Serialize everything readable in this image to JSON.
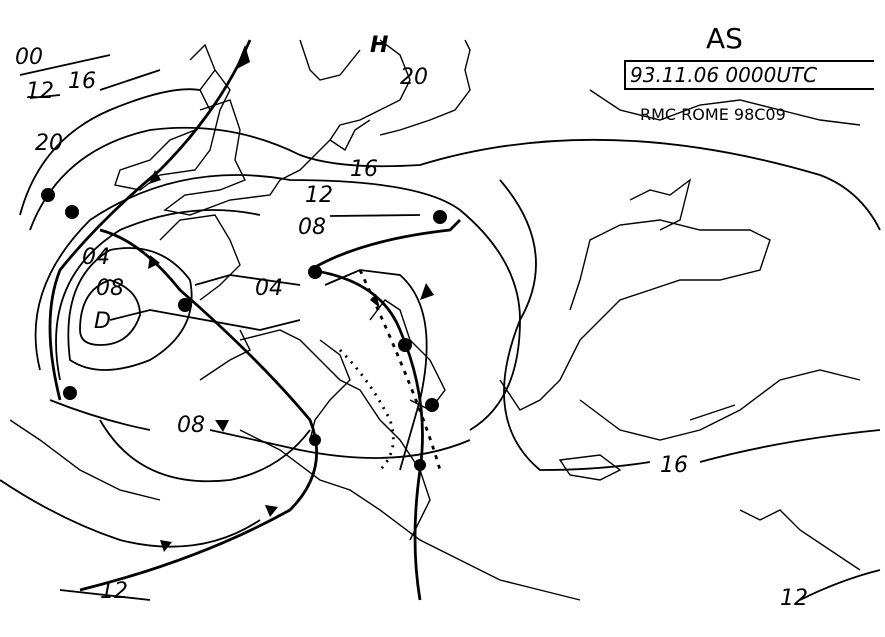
{
  "header": {
    "title": "AS",
    "datetime": "93.11.06 0000UTC",
    "source": "RMC ROME 98C09"
  },
  "pressure_centers": {
    "high": "H",
    "low": "D"
  },
  "isobar_labels": [
    "00",
    "12",
    "16",
    "20",
    "20",
    "16",
    "12",
    "08",
    "04",
    "04",
    "08",
    "08",
    "16",
    "12",
    "12"
  ],
  "colors": {
    "ink": "#000000",
    "paper": "#ffffff"
  }
}
